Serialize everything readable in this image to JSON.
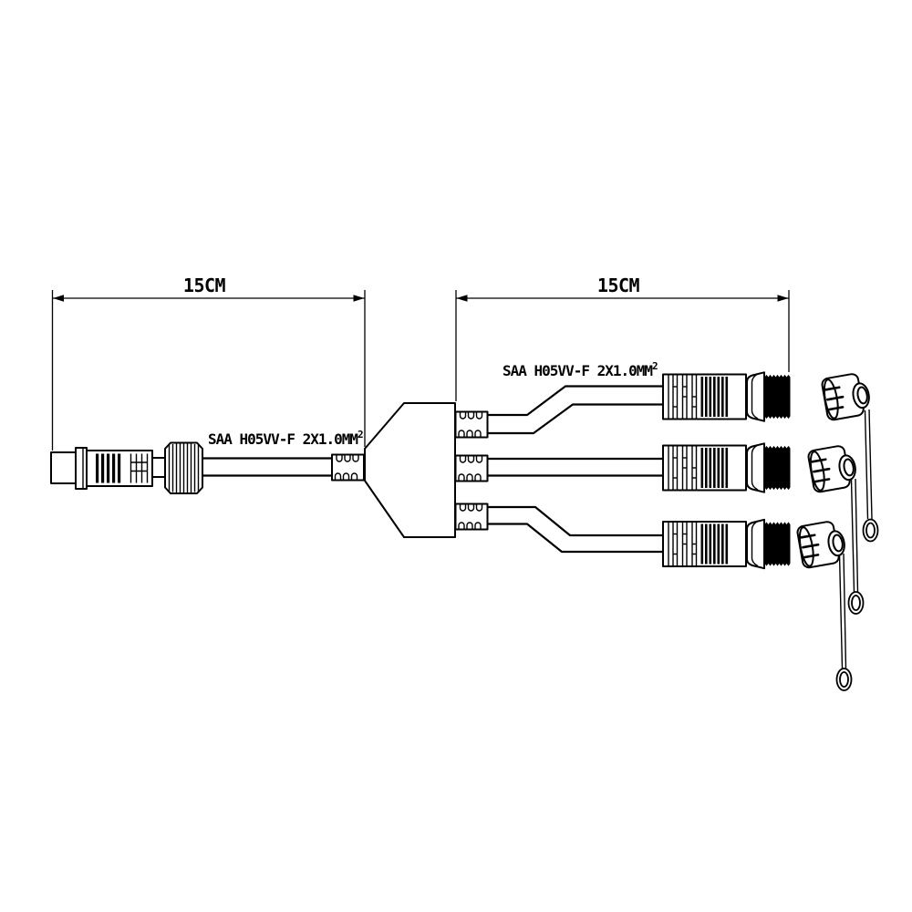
{
  "diagram": {
    "background_color": "#ffffff",
    "line_color": "#000000",
    "dimensions": {
      "left": {
        "label": "15CM"
      },
      "right": {
        "label": "15CM"
      }
    },
    "cable_specs": {
      "left": {
        "text": "SAA H05VV-F 2X1.0MM",
        "sup": "2"
      },
      "right": {
        "text": "SAA H05VV-F 2X1.0MM",
        "sup": "2"
      }
    }
  }
}
